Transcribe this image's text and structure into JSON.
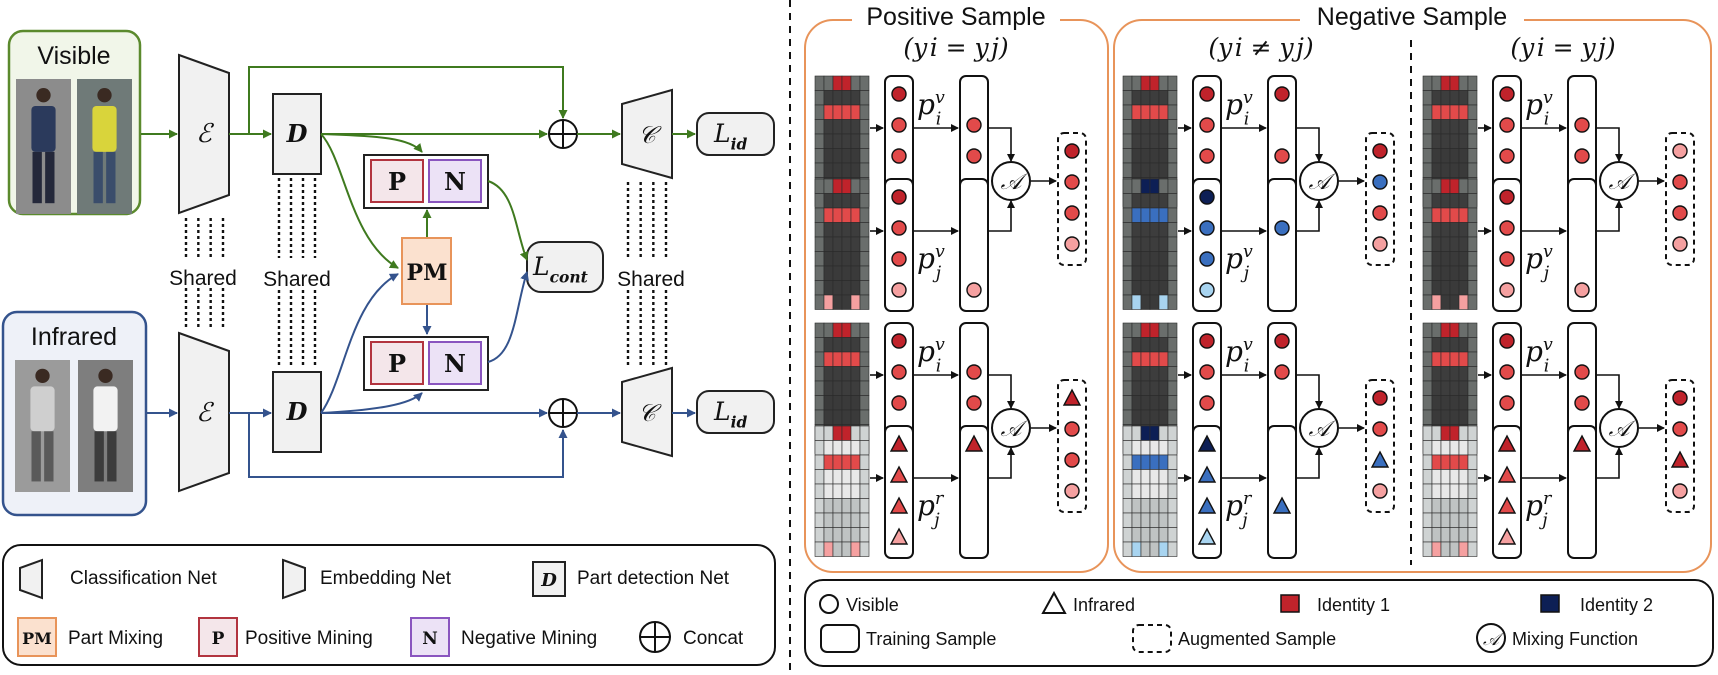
{
  "colors": {
    "visible_group": "#5b8a2d",
    "visible_fill": "#f1f6e9",
    "infrared_group": "#34538d",
    "infrared_fill": "#eef1f8",
    "visible_arrow": "#3f7a1f",
    "infrared_arrow": "#34538d",
    "pm_border": "#e8945a",
    "pm_fill": "#fbe1cf",
    "p_border": "#b2343f",
    "p_fill": "#f4e6ea",
    "n_border": "#8a55bf",
    "n_fill": "#ece2f6",
    "sample_panel": "#e8945a",
    "identity1_dark": "#c0232b",
    "identity1_mid": "#e24a4a",
    "identity1_light": "#f5a0a0",
    "identity2_dark": "#0d1f55",
    "identity2_mid": "#3a6fbf",
    "identity2_light": "#a8d4f0"
  },
  "icons": [
    "circle-plus-icon",
    "circle-icon",
    "triangle-icon",
    "square-icon"
  ],
  "arch": {
    "visible_label": "Visible",
    "infrared_label": "Infrared",
    "embed_symbol": "ℰ",
    "det_symbol": "D",
    "cls_symbol": "𝒞",
    "shared_label": "Shared",
    "pm_label": "PM",
    "p_label": "P",
    "n_label": "N",
    "lid_main": "L",
    "lid_sub": "id",
    "lcont_main": "L",
    "lcont_sub": "cont"
  },
  "samples": {
    "positive_title": "Positive Sample",
    "negative_title": "Negative Sample",
    "cond_eq": "(y i = y j)",
    "cond_neq": "(y i ≠ y j)",
    "p_base": "p",
    "sub_i": "i",
    "sub_j": "j",
    "sup_v": "v",
    "sup_r": "r",
    "mix_symbol": "𝒜"
  },
  "legend_left": {
    "classification": "Classification Net",
    "embedding": "Embedding Net",
    "part_detection": "Part detection Net",
    "part_mixing": "Part Mixing",
    "positive_mining": "Positive Mining",
    "negative_mining": "Negative Mining",
    "concat": "Concat"
  },
  "legend_right": {
    "visible": "Visible",
    "infrared": "Infrared",
    "identity1": "Identity 1",
    "identity2": "Identity 2",
    "training_sample": "Training Sample",
    "augmented_sample": "Augmented Sample",
    "mixing_function": "Mixing Function"
  }
}
